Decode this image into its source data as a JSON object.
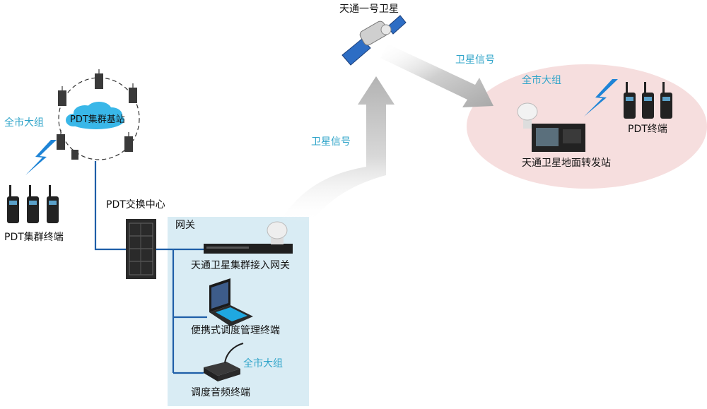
{
  "labels": {
    "satellite": "天通一号卫星",
    "satellite_signal_left": "卫星信号",
    "satellite_signal_right": "卫星信号",
    "citywide_group_left": "全市大组",
    "citywide_group_right": "全市大组",
    "citywide_group_gateway": "全市大组",
    "pdt_base_station": "PDT集群基站",
    "pdt_terminals_left": "PDT集群终端",
    "pdt_switch_center": "PDT交换中心",
    "gateway_box": "网关",
    "satellite_gateway": "天通卫星集群接入网关",
    "portable_dispatch": "便携式调度管理终端",
    "audio_dispatch": "调度音频终端",
    "ground_station": "天通卫星地面转发站",
    "pdt_terminals_right": "PDT终端"
  },
  "colors": {
    "accent_blue": "#2fa4c9",
    "line_blue": "#1f5fa8",
    "gateway_bg": "#d9ecf4",
    "ellipse_bg": "#f6dede",
    "cloud": "#39b7e8",
    "lightning": "#1e84d6"
  }
}
